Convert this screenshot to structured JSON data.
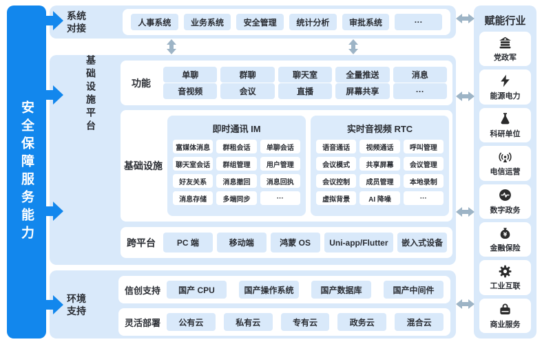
{
  "colors": {
    "accent_blue": "#1287ed",
    "panel_blue": "#d9e9fa",
    "subpanel_blue": "#dcebfb",
    "arrow_gray": "#9db4c6",
    "text_dark": "#2a2d33",
    "white": "#ffffff"
  },
  "left_bar": {
    "label": "安全保障服务能力"
  },
  "system_integration": {
    "label": "系统对接",
    "items": [
      "人事系统",
      "业务系统",
      "安全管理",
      "统计分析",
      "审批系统",
      "···"
    ]
  },
  "platform": {
    "label": "基础设施平台",
    "features": {
      "label": "功能",
      "items": [
        "单聊",
        "群聊",
        "聊天室",
        "全量推送",
        "消息",
        "音视频",
        "会议",
        "直播",
        "屏幕共享",
        "···"
      ]
    },
    "infrastructure": {
      "label": "基础设施",
      "im": {
        "title": "即时通讯 IM",
        "items": [
          "富媒体消息",
          "群租会话",
          "单聊会话",
          "聊天室会话",
          "群组管理",
          "用户管理",
          "好友关系",
          "消息撤回",
          "消息回执",
          "消息存储",
          "多端同步",
          "···"
        ]
      },
      "rtc": {
        "title": "实时音视频 RTC",
        "items": [
          "语音通话",
          "视频通话",
          "呼叫管理",
          "会议模式",
          "共享屏幕",
          "会议管理",
          "会议控制",
          "成员管理",
          "本地录制",
          "虚拟背景",
          "AI 降噪",
          "···"
        ]
      }
    },
    "cross_platform": {
      "label": "跨平台",
      "items": [
        "PC 端",
        "移动端",
        "鸿蒙 OS",
        "Uni-app/Flutter",
        "嵌入式设备"
      ]
    }
  },
  "environment": {
    "label": "环境支持",
    "xinchuang": {
      "label": "信创支持",
      "items": [
        "国产 CPU",
        "国产操作系统",
        "国产数据库",
        "国产中间件"
      ]
    },
    "deployment": {
      "label": "灵活部署",
      "items": [
        "公有云",
        "私有云",
        "专有云",
        "政务云",
        "混合云"
      ]
    }
  },
  "industries": {
    "title": "赋能行业",
    "items": [
      {
        "label": "党政军",
        "icon": "government-building-icon"
      },
      {
        "label": "能源电力",
        "icon": "lightning-icon"
      },
      {
        "label": "科研单位",
        "icon": "flask-icon"
      },
      {
        "label": "电信运营",
        "icon": "broadcast-icon"
      },
      {
        "label": "数字政务",
        "icon": "pulse-icon"
      },
      {
        "label": "金融保险",
        "icon": "money-bag-icon"
      },
      {
        "label": "工业互联",
        "icon": "gear-icon"
      },
      {
        "label": "商业服务",
        "icon": "briefcase-icon"
      }
    ]
  }
}
